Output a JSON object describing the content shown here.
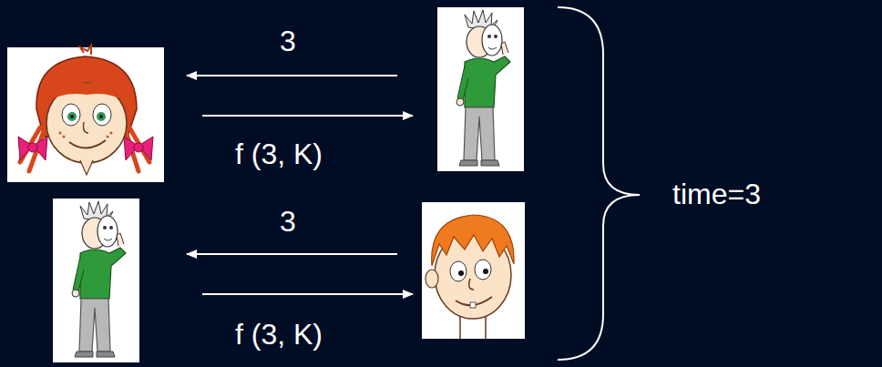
{
  "diagram": {
    "labels": [
      "3",
      "f (3, K)",
      "3",
      "f (3, K)",
      "time=3"
    ]
  }
}
